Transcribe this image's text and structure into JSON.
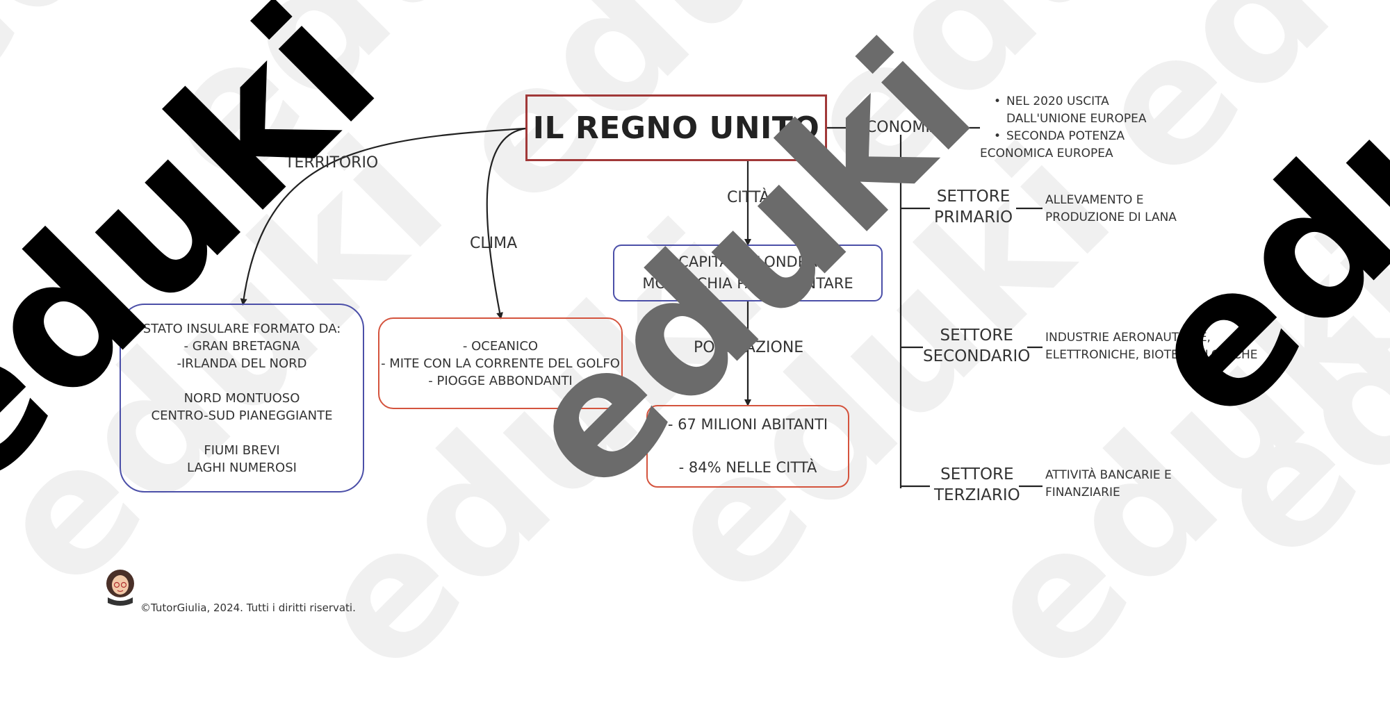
{
  "title": "IL REGNO UNITO",
  "edges": {
    "territorio": "TERRITORIO",
    "clima": "CLIMA",
    "citta": "CITTÀ",
    "popolazione": "POPOLAZIONE",
    "economia": "ECONOMIA"
  },
  "territorio_box": {
    "lines": [
      "STATO INSULARE FORMATO DA:",
      "- GRAN BRETAGNA",
      "-IRLANDA DEL NORD",
      "",
      "NORD MONTUOSO",
      "CENTRO-SUD PIANEGGIANTE",
      "",
      "FIUMI BREVI",
      "LAGHI NUMEROSI"
    ]
  },
  "clima_box": {
    "lines": [
      "- OCEANICO",
      "- MITE CON LA CORRENTE DEL GOLFO",
      "- PIOGGE ABBONDANTI"
    ]
  },
  "citta_box": {
    "lines": [
      "CAPITALE: LONDRA",
      "MONARCHIA PARLAMENTARE"
    ]
  },
  "popolazione_box": {
    "lines": [
      "- 67 MILIONI ABITANTI",
      "",
      "- 84% NELLE CITTÀ"
    ]
  },
  "economia_notes": {
    "bullet1": [
      "NEL 2020 USCITA",
      "DALL'UNIONE EUROPEA"
    ],
    "bullet2": [
      "SECONDA POTENZA",
      "ECONOMICA EUROPEA"
    ]
  },
  "sectors": [
    {
      "name": [
        "SETTORE",
        "PRIMARIO"
      ],
      "desc": [
        "ALLEVAMENTO E",
        "PRODUZIONE DI LANA"
      ]
    },
    {
      "name": [
        "SETTORE",
        "SECONDARIO"
      ],
      "desc": [
        "INDUSTRIE AERONAUTICHE,",
        "ELETTRONICHE, BIOTECNOLOGICHE"
      ]
    },
    {
      "name": [
        "SETTORE",
        "TERZIARIO"
      ],
      "desc": [
        "ATTIVITÀ BANCARIE E",
        "FINANZIARIE"
      ]
    }
  ],
  "footer": "©TutorGiulia, 2024. Tutti i diritti riservati.",
  "watermark": "eduki",
  "colors": {
    "title_border": "#a13838",
    "blue_border": "#4b4fa8",
    "red_border": "#d4533d",
    "watermark_light": "#f0f0f0",
    "watermark_dark": "#000000",
    "watermark_grey": "#6b6b6b"
  }
}
